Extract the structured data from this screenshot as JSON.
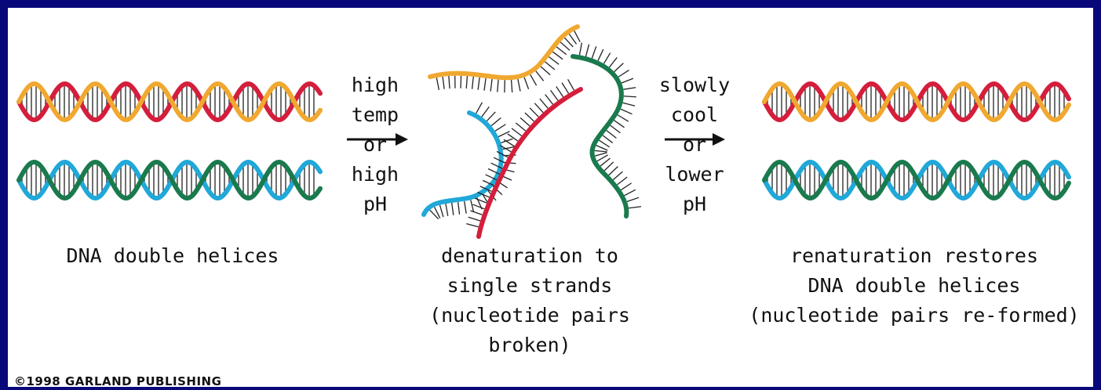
{
  "colors": {
    "yellow_strand": "#f0a830",
    "red_strand": "#d41e3c",
    "blue_strand": "#20a8d8",
    "green_strand": "#1a7a4e",
    "rungs": "#222222",
    "border": "#08087a"
  },
  "left_panel": {
    "caption": [
      "DNA double helices"
    ]
  },
  "step1": {
    "lines": [
      "high",
      "temp",
      "or",
      "high",
      "pH"
    ]
  },
  "middle_panel": {
    "caption": [
      "denaturation to",
      "single strands",
      "(nucleotide pairs",
      "broken)"
    ]
  },
  "step2": {
    "lines": [
      "slowly",
      "cool",
      "or",
      "lower",
      "pH"
    ]
  },
  "right_panel": {
    "caption": [
      "renaturation restores",
      "DNA double helices",
      "(nucleotide pairs re-formed)"
    ]
  },
  "copyright": "©1998 GARLAND PUBLISHING"
}
